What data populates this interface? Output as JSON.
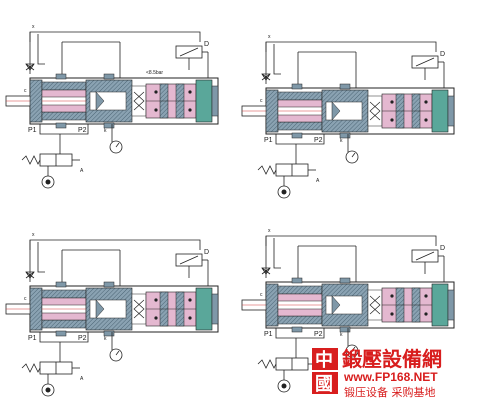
{
  "panels": [
    {
      "id": "top-left",
      "pressure_label": "<8.5bar",
      "labels": {
        "x": "x",
        "d": "D",
        "c": "c",
        "p1": "P1",
        "p2": "P2",
        "k": "k",
        "a": "A"
      }
    },
    {
      "id": "top-right",
      "pressure_label": "",
      "labels": {
        "x": "x",
        "d": "D",
        "c": "c",
        "p1": "P1",
        "p2": "P2",
        "k": "k",
        "a": "A"
      }
    },
    {
      "id": "bottom-left",
      "pressure_label": "",
      "labels": {
        "x": "x",
        "d": "D",
        "c": "c",
        "p1": "P1",
        "p2": "P2",
        "k": "k",
        "a": "A"
      }
    },
    {
      "id": "bottom-right",
      "pressure_label": "",
      "labels": {
        "x": "x",
        "d": "D",
        "c": "c",
        "p1": "P1",
        "p2": "P2",
        "k": "k",
        "a": "A"
      }
    }
  ],
  "watermark": {
    "logo_top": "中",
    "logo_bottom": "國",
    "site_name": "鍛壓設備網",
    "url": "www.FP168.NET",
    "tagline": "锻压设备  采购基地"
  },
  "colors": {
    "line": "#222222",
    "steel": "#7f98a8",
    "steel_dark": "#4d6676",
    "pink": "#e4b8d0",
    "teal": "#5aa79a",
    "red_rod": "#d23a3a",
    "brand": "#d81e1e"
  }
}
